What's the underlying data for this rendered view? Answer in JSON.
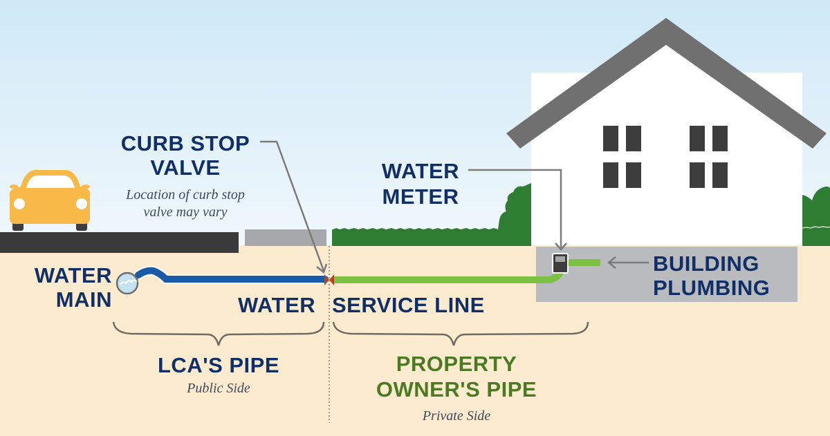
{
  "diagram": {
    "subject": "Water service line ownership diagram",
    "colors": {
      "sky_top": "#cfe9f7",
      "sky_bottom": "#eef7fc",
      "ground": "#fdebd0",
      "road": "#3a3a3a",
      "sidewalk": "#a7a8ab",
      "grass": "#2e7d32",
      "house_wall": "#ffffff",
      "roof": "#707070",
      "window": "#3d3d3d",
      "basement": "#b9bbbe",
      "public_pipe": "#1a5aa8",
      "private_pipe": "#7dc142",
      "valve": "#b8441e",
      "car": "#f9b949",
      "label_navy": "#0f2f66",
      "label_green": "#4a7a22",
      "leader_gray": "#7a7a7a"
    },
    "labels": {
      "curb_stop_line1": "CURB STOP",
      "curb_stop_line2": "VALVE",
      "curb_stop_note_line1": "Location of curb stop",
      "curb_stop_note_line2": "valve may vary",
      "water_meter_line1": "WATER",
      "water_meter_line2": "METER",
      "water_main_line1": "WATER",
      "water_main_line2": "MAIN",
      "service_line_left": "WATER",
      "service_line_right": "SERVICE LINE",
      "building_plumbing_line1": "BUILDING",
      "building_plumbing_line2": "PLUMBING",
      "public_pipe_title": "LCA'S PIPE",
      "public_pipe_note": "Public Side",
      "private_pipe_title_line1": "PROPERTY",
      "private_pipe_title_line2": "OWNER'S PIPE",
      "private_pipe_note": "Private Side"
    }
  }
}
